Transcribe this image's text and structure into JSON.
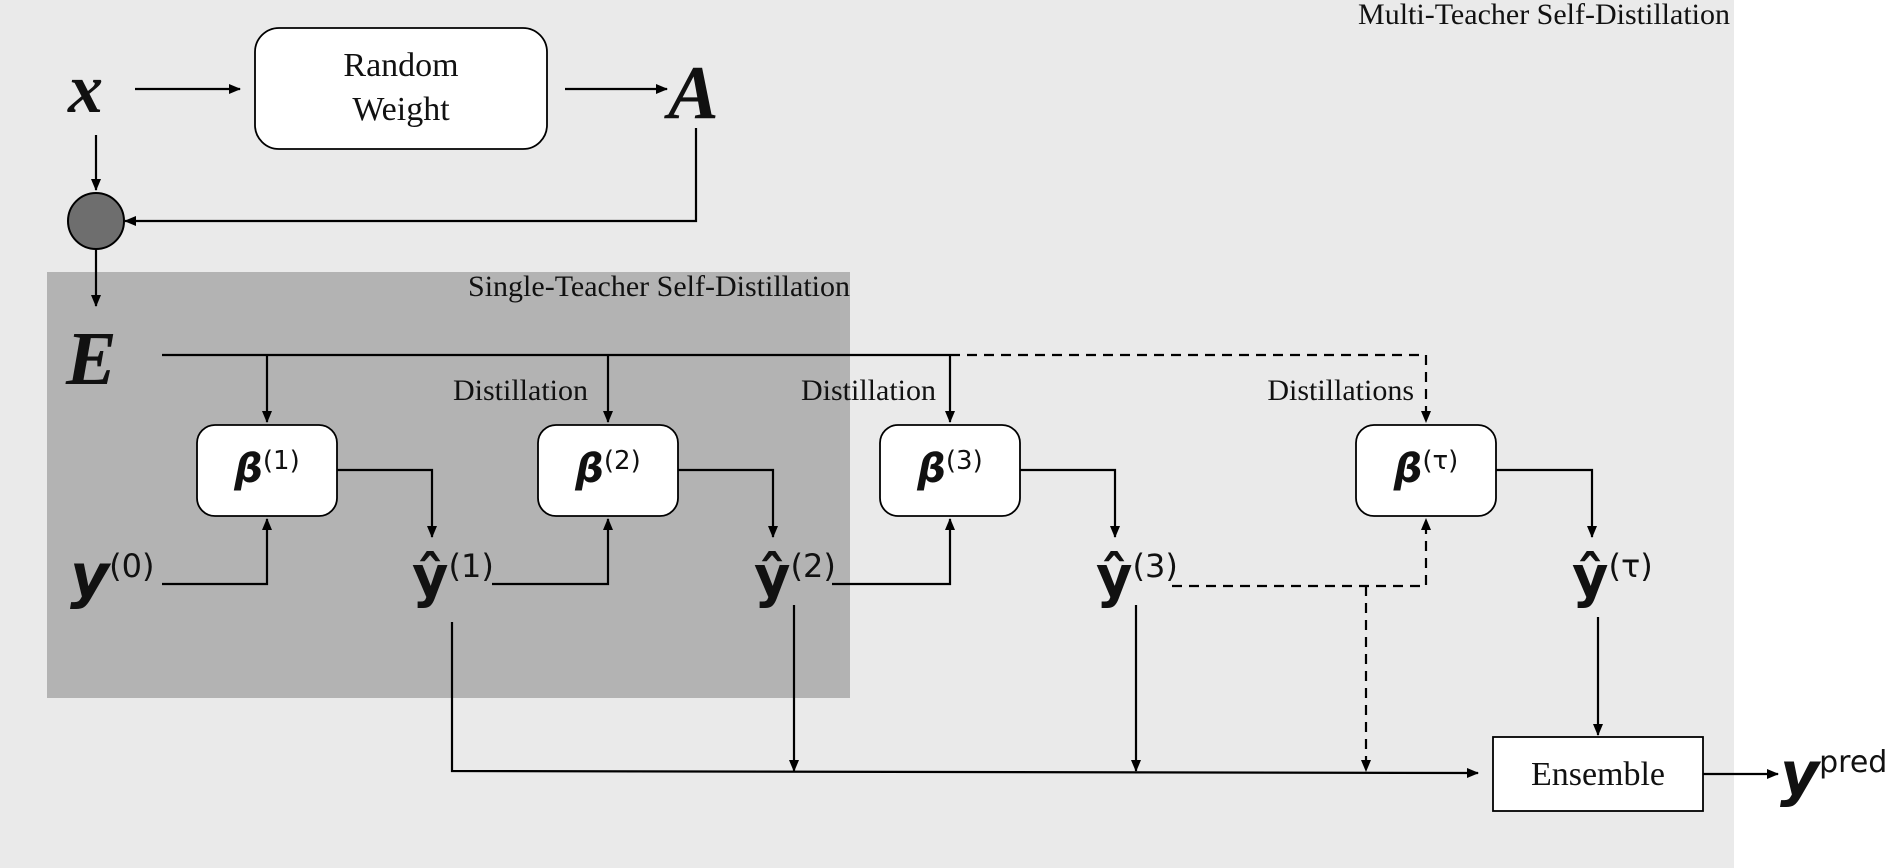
{
  "regions": {
    "multi_teacher": "Multi-Teacher Self-Distillation",
    "single_teacher": "Single-Teacher Self-Distillation"
  },
  "inputs": {
    "x": "x",
    "A": "A",
    "E": "E",
    "y0_base": "y",
    "y0_sup": "(0)"
  },
  "random_weight": {
    "line1": "Random",
    "line2": "Weight"
  },
  "betas": [
    {
      "base": "β",
      "sup": "(1)"
    },
    {
      "base": "β",
      "sup": "(2)"
    },
    {
      "base": "β",
      "sup": "(3)"
    },
    {
      "base": "β",
      "sup": "(τ)"
    }
  ],
  "predictions": [
    {
      "base": "ŷ",
      "sup": "(1)"
    },
    {
      "base": "ŷ",
      "sup": "(2)"
    },
    {
      "base": "ŷ",
      "sup": "(3)"
    },
    {
      "base": "ŷ",
      "sup": "(τ)"
    }
  ],
  "edge_labels": {
    "distillation_1": "Distillation",
    "distillation_2": "Distillation",
    "distillations": "Distillations"
  },
  "ensemble": "Ensemble",
  "output": {
    "base": "y",
    "sup": "pred"
  },
  "colors": {
    "multi_teacher_bg": "#eaeaea",
    "single_teacher_bg": "#b3b3b3",
    "combine_node": "#6e6e6e"
  }
}
